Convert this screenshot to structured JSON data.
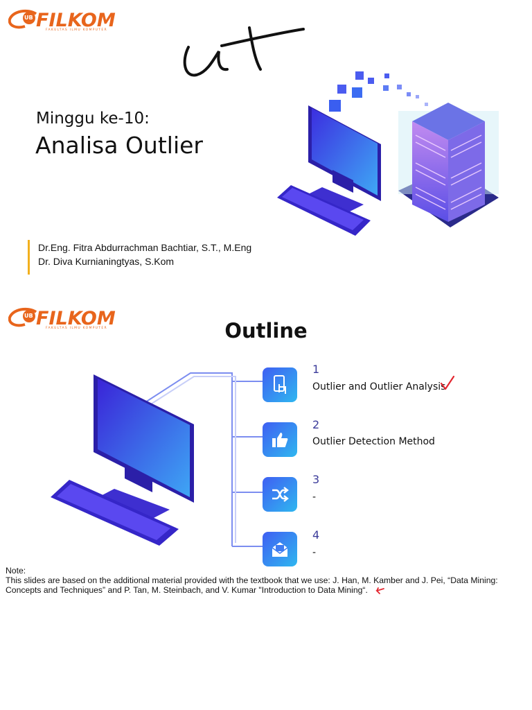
{
  "slide1": {
    "logo": {
      "text": "FILKOM",
      "subtext": "FAKULTAS ILMU KOMPUTER",
      "badge": "UB"
    },
    "handwriting": "ut",
    "week": "Minggu ke-10:",
    "title": "Analisa Outlier",
    "authors": [
      "Dr.Eng. Fitra Abdurrachman Bachtiar, S.T., M.Eng",
      "Dr. Diva Kurnianingtyas, S.Kom"
    ]
  },
  "slide2": {
    "logo": {
      "text": "FILKOM",
      "subtext": "FAKULTAS ILMU KOMPUTER",
      "badge": "UB"
    },
    "title": "Outline",
    "items": [
      {
        "number": "1",
        "label": "Outlier and Outlier Analysis",
        "icon": "touch-phone-icon",
        "checked": true
      },
      {
        "number": "2",
        "label": "Outlier Detection Method",
        "icon": "thumbs-up-icon",
        "checked": false
      },
      {
        "number": "3",
        "label": "-",
        "icon": "shuffle-icon",
        "checked": false
      },
      {
        "number": "4",
        "label": "-",
        "icon": "mail-icon",
        "checked": false
      }
    ],
    "note_label": "Note:",
    "note_text": "This slides are based on the additional material provided with the textbook that we use: J. Han, M. Kamber and J. Pei, “Data Mining: Concepts and Techniques” and P. Tan, M. Steinbach, and V. Kumar \"Introduction to Data Mining“."
  },
  "colors": {
    "brand": "#e8651c",
    "accent": "#3b3b9a",
    "bar": "#f2b01e",
    "annotation": "#e3262f"
  }
}
